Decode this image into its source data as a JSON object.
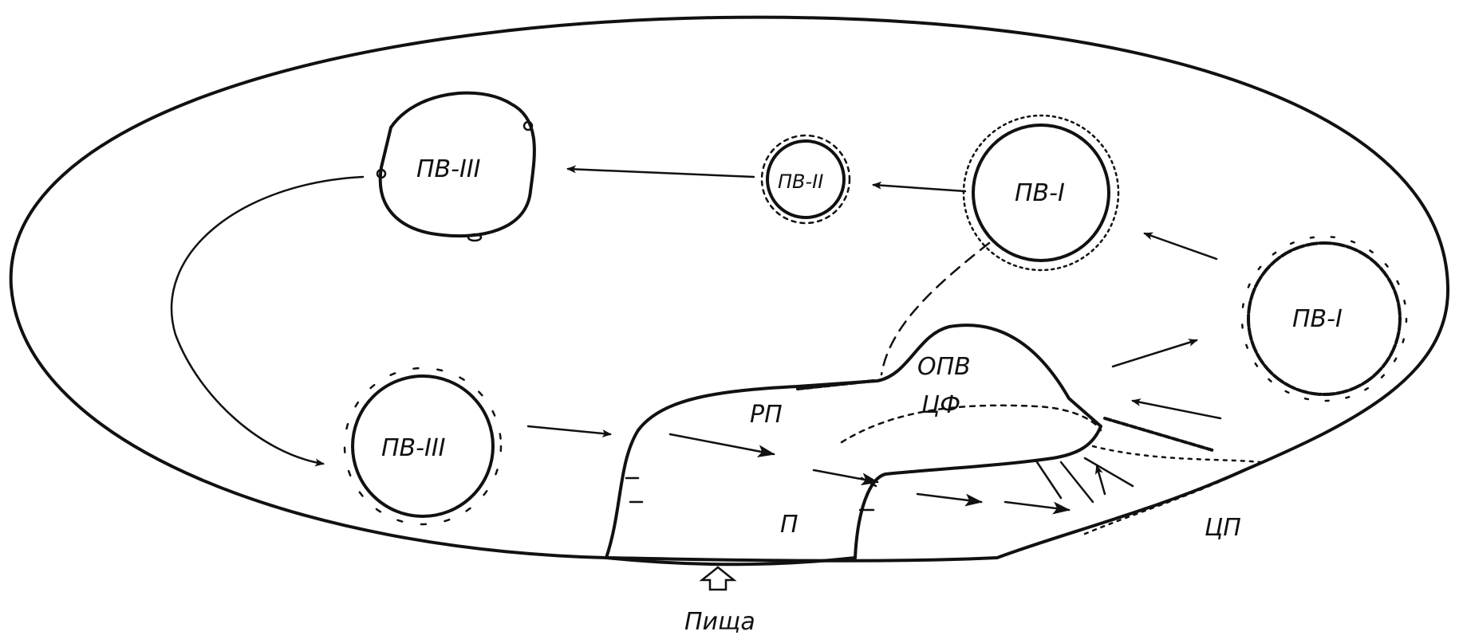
{
  "diagram": {
    "labels": {
      "pv3_top": "ПВ-III",
      "pv2": "ПВ-II",
      "pv1_top": "ПВ-I",
      "pv1_right": "ПВ-I",
      "pv3_bottom": "ПВ-III",
      "opv": "ОПВ",
      "cf": "ЦФ",
      "rp": "РП",
      "p": "П",
      "cp": "ЦП",
      "food": "Пища"
    },
    "colors": {
      "ink": "#111111",
      "background": "#ffffff"
    }
  }
}
